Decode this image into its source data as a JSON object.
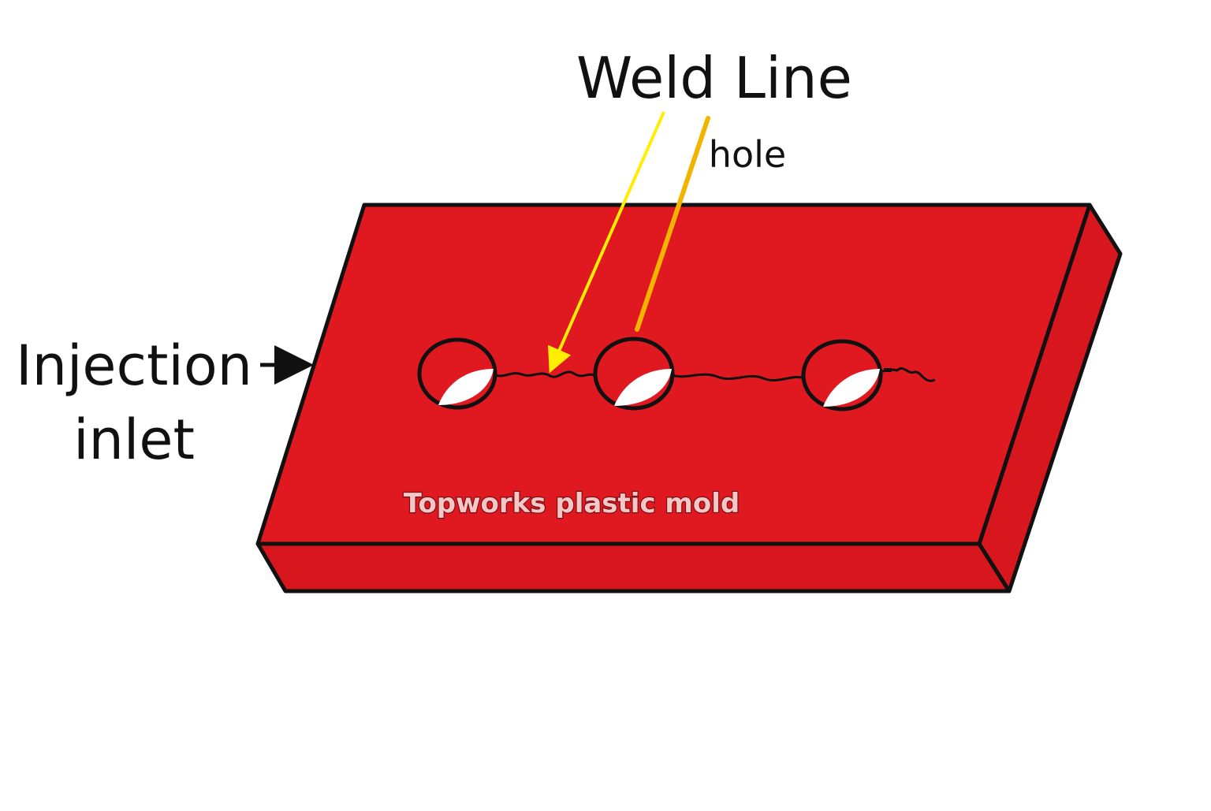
{
  "labels": {
    "weld_line": "Weld Line",
    "hole": "hole",
    "injection_line1": "Injection",
    "injection_line2": "inlet",
    "watermark": "Topworks plastic mold"
  },
  "colors": {
    "plate_top": "#e01820",
    "plate_side": "#d8161e",
    "outline": "#111111",
    "weld_arrow": "#ffee00",
    "hole_arrow": "#f2b400",
    "watermark_fill": "#f4c6c6",
    "watermark_stroke": "#7a1014",
    "text": "#111111"
  },
  "holes": [
    {
      "name": "hole-left"
    },
    {
      "name": "hole-middle"
    },
    {
      "name": "hole-right"
    }
  ]
}
